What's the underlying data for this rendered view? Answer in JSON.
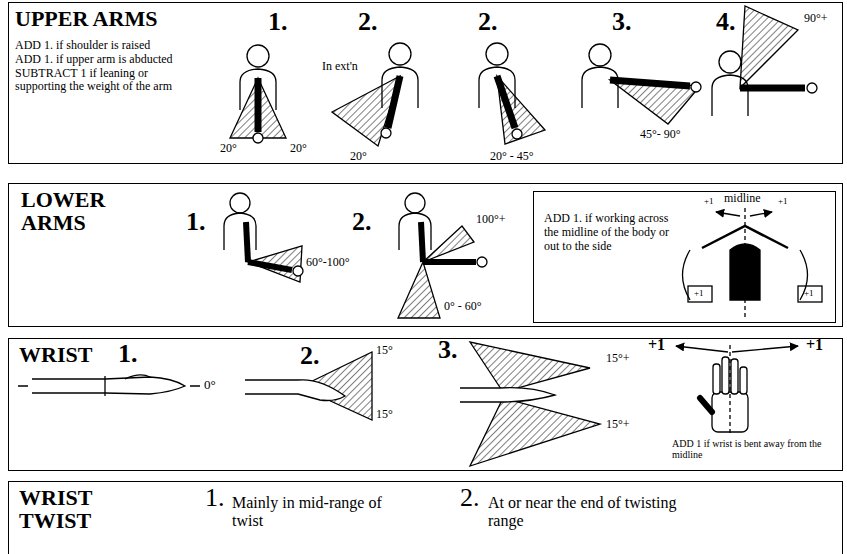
{
  "diagram": {
    "nodes": [
      {
        "text": [
          "UPPER ARMS",
          "ADD 1. if shoulder is raised",
          "ADD 1. if upper arm is abducted",
          "SUBTRACT 1 if leaning or supporting the weight of the arm"
        ]
      },
      {
        "text": [
          "LOWER ARMS"
        ]
      },
      {
        "text": [
          "ADD 1. if working across the midline of the body or out to the side"
        ],
        "in": 1
      },
      {
        "text": [
          "WRIST"
        ]
      },
      {
        "text": [
          "WRIST TWIST"
        ]
      }
    ],
    "labels": [
      "1.",
      "In ext'n",
      "2.",
      "2.",
      "3.",
      "4.",
      "20°",
      "20°",
      "20°",
      "20° - 45°",
      "45°- 90°",
      "90°+",
      "1.",
      "2.",
      "60°-100°",
      "100°+",
      "0° - 60°",
      "midline",
      "+1",
      "+1",
      "+1",
      "+1",
      "1.",
      "0°",
      "2.",
      "15°",
      "15°",
      "3.",
      "15°+",
      "15°+",
      "+1",
      "+1",
      "ADD 1 if wrist is bent away from the midline",
      "1.",
      "Mainly in mid-range of twist",
      "2.",
      "At or near the end of twisting range"
    ]
  }
}
